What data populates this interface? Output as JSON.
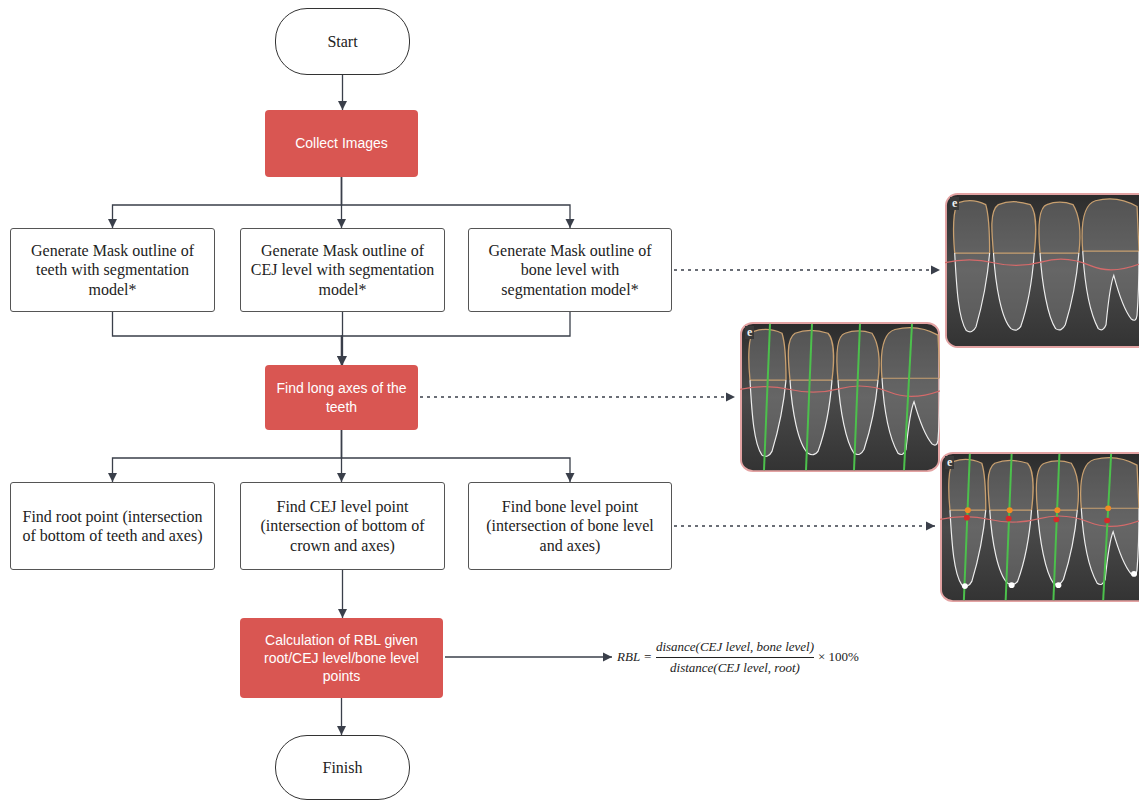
{
  "diagram": {
    "nodes": [
      {
        "text": [
          "Start"
        ]
      },
      {
        "text": [
          "Collect Images"
        ]
      },
      {
        "text": [
          "Generate Mask outline of teeth with segmentation model*"
        ]
      },
      {
        "text": [
          "Generate Mask outline of CEJ level with segmentation model*"
        ]
      },
      {
        "text": [
          "Generate Mask outline of bone level with segmentation model*"
        ]
      },
      {
        "text": [
          "Find long axes of the teeth"
        ]
      },
      {
        "text": [
          "Find root point (intersection of bottom of teeth and axes)"
        ]
      },
      {
        "text": [
          "Find CEJ level point (intersection of bottom of crown and axes)"
        ]
      },
      {
        "text": [
          "Find bone level point (intersection of bone level and axes)"
        ]
      },
      {
        "text": [
          "Calculation of RBL given root/CEJ level/bone level points"
        ]
      },
      {
        "text": [
          "Finish"
        ]
      }
    ],
    "edges": [
      {
        "from": 0,
        "to": 1,
        "arrow": "to"
      },
      {
        "from": 1,
        "to": 2,
        "arrow": "to"
      },
      {
        "from": 1,
        "to": 3,
        "arrow": "to"
      },
      {
        "from": 1,
        "to": 4,
        "arrow": "to"
      },
      {
        "from": 2,
        "to": 5,
        "arrow": "to"
      },
      {
        "from": 3,
        "to": 5,
        "arrow": "to"
      },
      {
        "from": 4,
        "to": 5,
        "arrow": "to"
      },
      {
        "from": 5,
        "to": 6,
        "arrow": "to"
      },
      {
        "from": 5,
        "to": 7,
        "arrow": "to"
      },
      {
        "from": 5,
        "to": 8,
        "arrow": "to"
      },
      {
        "from": 7,
        "to": 9,
        "arrow": "to"
      },
      {
        "from": 9,
        "to": 10,
        "arrow": "to"
      }
    ],
    "labels": [
      "e",
      "e",
      "e",
      "RBL =",
      "disance(CEJ level, bone level)",
      "distance(CEJ level, root)",
      "× 100%"
    ]
  }
}
